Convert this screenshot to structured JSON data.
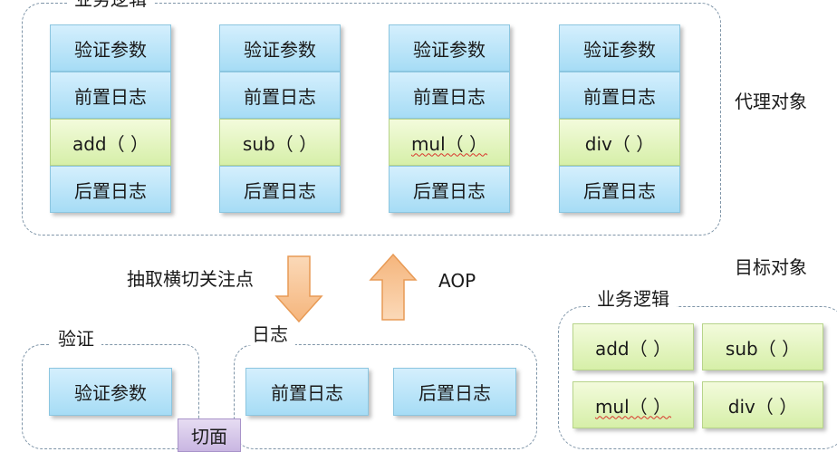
{
  "top_group": {
    "label": "业务逻辑"
  },
  "stacks": [
    {
      "cells": [
        "验证参数",
        "前置日志",
        "add（ ）",
        "后置日志"
      ]
    },
    {
      "cells": [
        "验证参数",
        "前置日志",
        "sub（ ）",
        "后置日志"
      ]
    },
    {
      "cells": [
        "验证参数",
        "前置日志",
        "mul（ ）",
        "后置日志"
      ]
    },
    {
      "cells": [
        "验证参数",
        "前置日志",
        "div（ ）",
        "后置日志"
      ]
    }
  ],
  "proxy_label": "代理对象",
  "target_label": "目标对象",
  "extract_label": "抽取横切关注点",
  "aop_label": "AOP",
  "validate_group": {
    "label": "验证",
    "cell": "验证参数"
  },
  "log_group": {
    "label": "日志",
    "cells": [
      "前置日志",
      "后置日志"
    ]
  },
  "aspect_label": "切面",
  "target_group": {
    "label": "业务逻辑",
    "cells": [
      "add（ ）",
      "sub（ ）",
      "mul（ ）",
      "div（ ）"
    ]
  },
  "colors": {
    "arrow_fill": "#f9c89b",
    "arrow_stroke": "#e89a55",
    "border": "#7f95a8"
  }
}
